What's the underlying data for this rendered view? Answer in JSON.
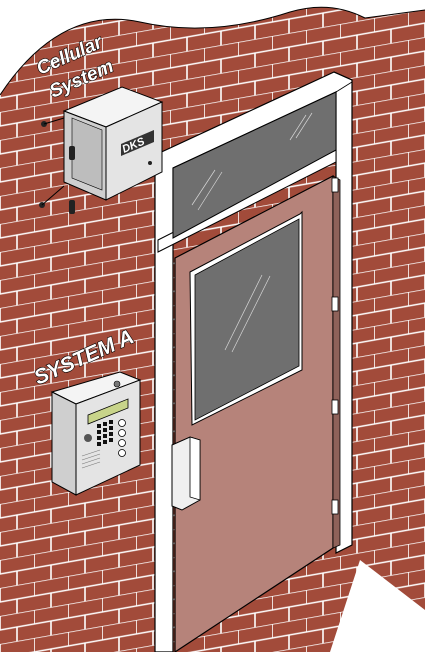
{
  "labels": {
    "cellular_line1": "Cellular",
    "cellular_line2": "System",
    "system_a": "SYSTEM A",
    "enclosure_brand": "DKS"
  },
  "colors": {
    "brick": "#a24b3a",
    "mortar": "#ffffff",
    "door": "#b6837a",
    "glass": "#6f6f6f",
    "frame": "#ffffff",
    "outline": "#000000",
    "enclosure": "#e4e4e4",
    "display": "#c8d48a"
  }
}
